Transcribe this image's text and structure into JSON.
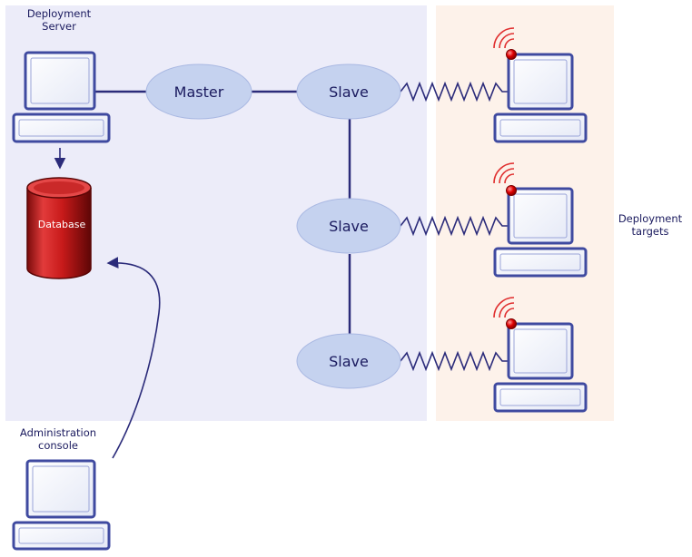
{
  "labels": {
    "deployment_server_line1": "Deployment",
    "deployment_server_line2": "Server",
    "deployment_targets_line1": "Deployment",
    "deployment_targets_line2": "targets",
    "admin_console_line1": "Administration",
    "admin_console_line2": "console",
    "database": "Database",
    "master": "Master",
    "slave_1": "Slave",
    "slave_2": "Slave",
    "slave_3": "Slave"
  },
  "colors": {
    "server_zone": "#ececf9",
    "targets_zone": "#fdf2ea",
    "node_fill": "#c5d2ef",
    "node_text": "#1a1a5e",
    "line": "#2b2b7a",
    "database": "#c41a1a",
    "signal_led": "#d40000",
    "computer_frame": "#3f4aa0"
  }
}
